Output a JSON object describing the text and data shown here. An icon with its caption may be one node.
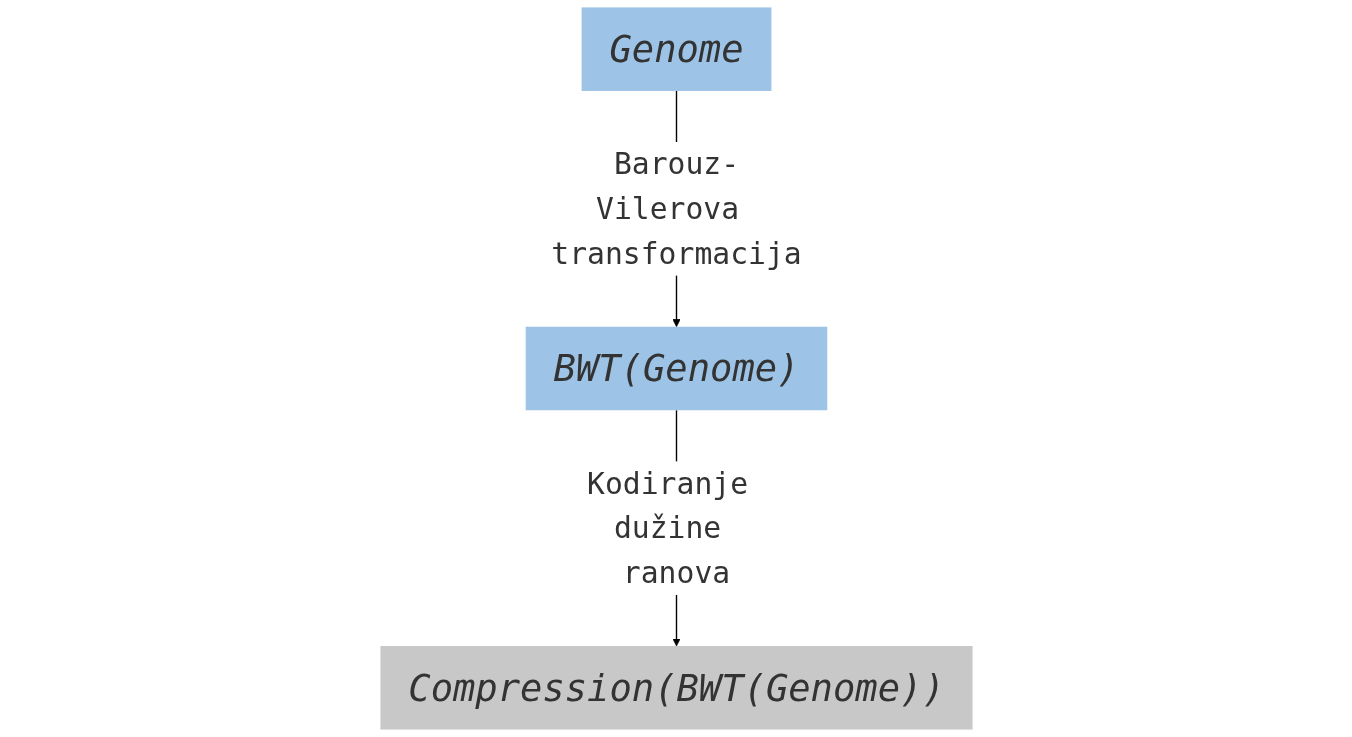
{
  "diagram": {
    "nodes": [
      {
        "text": [
          "Genome"
        ]
      },
      {
        "text": [
          "BWT(Genome)"
        ]
      },
      {
        "text": [
          "Compression(BWT(Genome))"
        ]
      }
    ],
    "edges": [
      {
        "from": 0,
        "to": 1,
        "arrow": "to",
        "label": "Barouz-Vilerova transformacija"
      },
      {
        "from": 1,
        "to": 2,
        "arrow": "to",
        "label": "Kodiranje dužine ranova"
      }
    ]
  }
}
